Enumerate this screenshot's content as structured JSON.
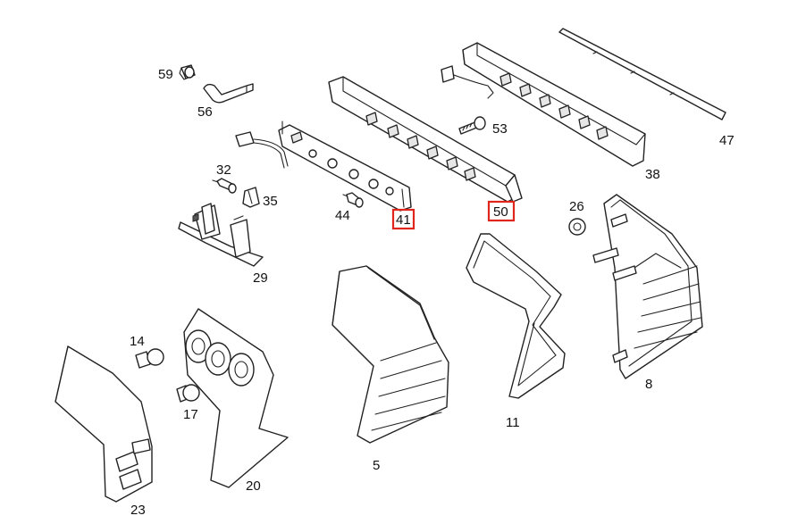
{
  "highlight_color": "#e0261c",
  "callouts": [
    {
      "id": "59",
      "label": "59",
      "highlighted": false
    },
    {
      "id": "56",
      "label": "56",
      "highlighted": false
    },
    {
      "id": "32",
      "label": "32",
      "highlighted": false
    },
    {
      "id": "35",
      "label": "35",
      "highlighted": false
    },
    {
      "id": "29",
      "label": "29",
      "highlighted": false
    },
    {
      "id": "41",
      "label": "41",
      "highlighted": true
    },
    {
      "id": "44",
      "label": "44",
      "highlighted": false
    },
    {
      "id": "50",
      "label": "50",
      "highlighted": true
    },
    {
      "id": "53",
      "label": "53",
      "highlighted": false
    },
    {
      "id": "38",
      "label": "38",
      "highlighted": false
    },
    {
      "id": "47",
      "label": "47",
      "highlighted": false
    },
    {
      "id": "26",
      "label": "26",
      "highlighted": false
    },
    {
      "id": "8",
      "label": "8",
      "highlighted": false
    },
    {
      "id": "11",
      "label": "11",
      "highlighted": false
    },
    {
      "id": "5",
      "label": "5",
      "highlighted": false
    },
    {
      "id": "14",
      "label": "14",
      "highlighted": false
    },
    {
      "id": "17",
      "label": "17",
      "highlighted": false
    },
    {
      "id": "20",
      "label": "20",
      "highlighted": false
    },
    {
      "id": "23",
      "label": "23",
      "highlighted": false
    }
  ]
}
